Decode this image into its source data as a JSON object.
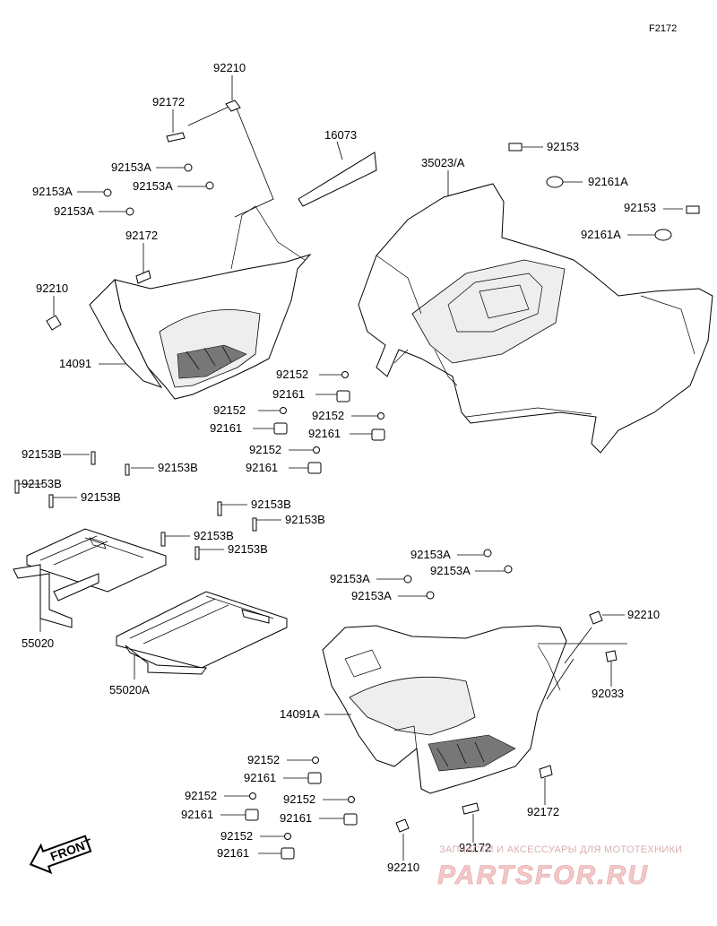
{
  "figure_code": "F2172",
  "labels": {
    "top_92210": "92210",
    "top_92172": "92172",
    "p16073": "16073",
    "p35023": "35023/A",
    "r92153_a": "92153",
    "r92161A_a": "92161A",
    "r92153_b": "92153",
    "r92161A_b": "92161A",
    "l92153A_1": "92153A",
    "l92153A_2": "92153A",
    "l92153A_3": "92153A",
    "l92153A_4": "92153A",
    "l92172": "92172",
    "l92210": "92210",
    "p14091": "14091",
    "m92152_1": "92152",
    "m92161_1": "92161",
    "m92152_2": "92152",
    "m92161_2": "92161",
    "m92152_3": "92152",
    "m92161_3": "92161",
    "m92152_4": "92152",
    "m92161_4": "92161",
    "b92153B_1": "92153B",
    "b92153B_2": "92153B",
    "b92153B_3": "92153B",
    "b92153B_4": "92153B",
    "b92153B_5": "92153B",
    "b92153B_6": "92153B",
    "b92153B_7": "92153B",
    "b92153B_8": "92153B",
    "p55020": "55020",
    "p55020A": "55020A",
    "br92153A_1": "92153A",
    "br92153A_2": "92153A",
    "br92153A_3": "92153A",
    "br92153A_4": "92153A",
    "br92210": "92210",
    "br92033": "92033",
    "p14091A": "14091A",
    "br92152_1": "92152",
    "br92161_1": "92161",
    "br92152_2": "92152",
    "br92161_2": "92161",
    "br92152_3": "92152",
    "br92161_3": "92161",
    "br92152_4": "92152",
    "br92161_4": "92161",
    "br92172": "92172",
    "bot92172": "92172",
    "bot92210": "92210"
  },
  "front_badge": "FRONT",
  "watermark": {
    "tagline": "ЗАПЧАСТИ И АКСЕССУАРЫ ДЛЯ МОТОТЕХНИКИ",
    "logo": "PARTSFOR.RU"
  }
}
